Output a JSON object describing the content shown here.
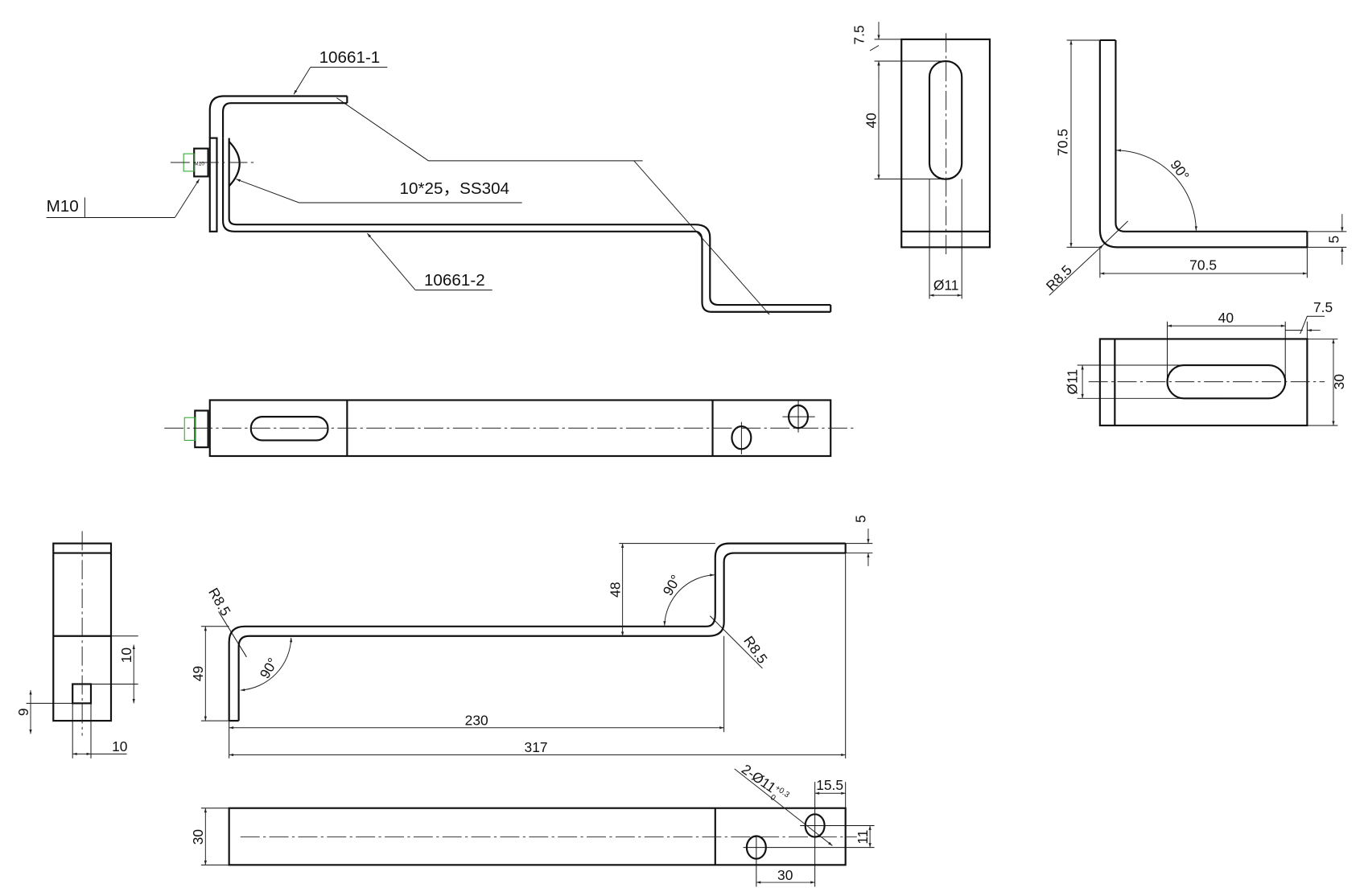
{
  "callouts": {
    "part1": "10661-1",
    "part2": "10661-2",
    "bolt": "M10",
    "bolt_spec": "10*25，SS304",
    "bolt_tag": "M10"
  },
  "front_plate_view": {
    "dim_top_offset": "7.5",
    "dim_slot_length": "40",
    "dim_slot_width": "Ø11"
  },
  "angle_profile_view": {
    "dim_height": "70.5",
    "dim_length": "70.5",
    "dim_thickness": "5",
    "angle": "90°",
    "radius": "R8.5"
  },
  "angle_plan_view": {
    "dim_slot_length": "40",
    "dim_end_offset": "7.5",
    "dim_slot_width": "Ø11",
    "dim_width": "30"
  },
  "side_view": {
    "dim_notch_height": "10",
    "dim_notch_bottom": "9",
    "dim_notch_width": "10"
  },
  "bracket_profile_view": {
    "radius_left": "R8.5",
    "radius_right": "R8.5",
    "angle_left": "90°",
    "angle_right": "90°",
    "dim_drop": "49",
    "dim_rise": "48",
    "dim_thickness": "5",
    "dim_inner_length": "230",
    "dim_total_length": "317"
  },
  "bracket_plan_view": {
    "dim_width": "30",
    "hole_callout": "2-Ø11",
    "hole_tol_upper": "+0.3",
    "hole_tol_lower": "0",
    "dim_edge_offset": "15.5",
    "dim_hole_offset_y": "11",
    "dim_hole_spacing": "30"
  }
}
